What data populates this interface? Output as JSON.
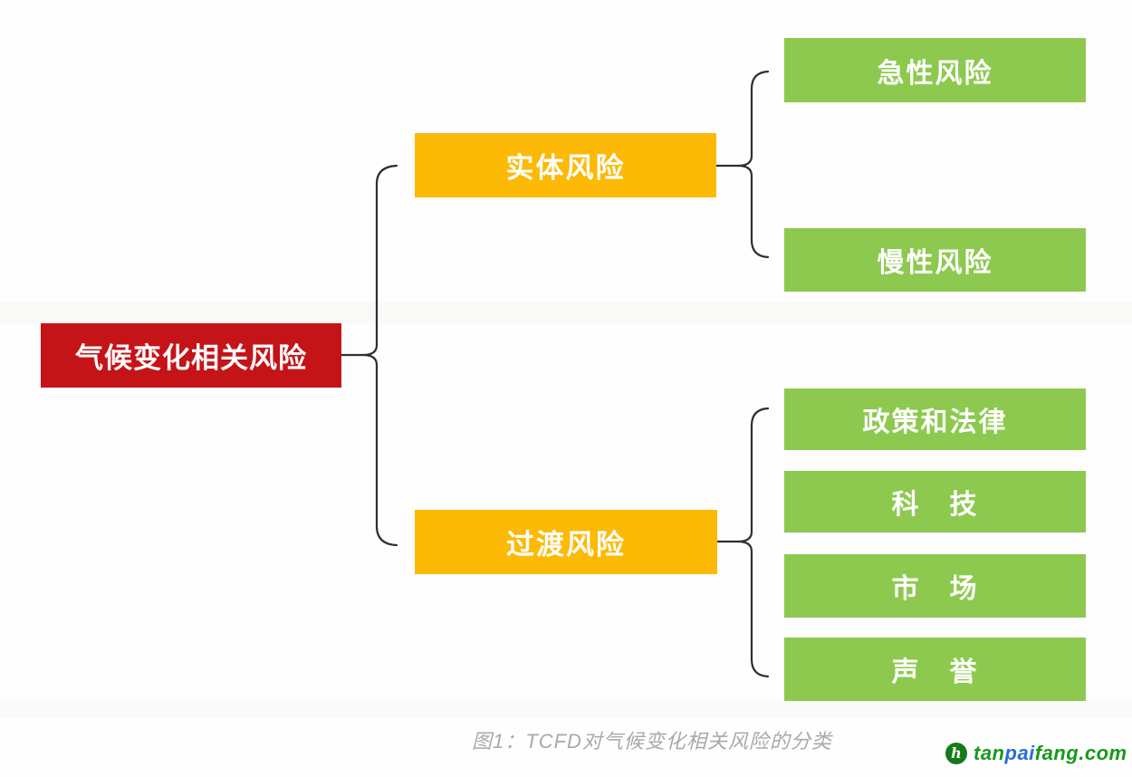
{
  "diagram": {
    "root": {
      "label": "气候变化相关风险"
    },
    "branches": [
      {
        "label": "实体风险"
      },
      {
        "label": "过渡风险"
      }
    ],
    "physical_leaves": [
      {
        "label": "急性风险"
      },
      {
        "label": "慢性风险"
      }
    ],
    "transition_leaves": [
      {
        "label": "政策和法律"
      },
      {
        "label": "科　技"
      },
      {
        "label": "市　场"
      },
      {
        "label": "声　誉"
      }
    ],
    "colors": {
      "root": "#c41418",
      "branch": "#fcba06",
      "leaf": "#8dc94e",
      "connector": "#2f2f2f"
    }
  },
  "caption": {
    "text": "图1：TCFD对气候变化相关风险的分类",
    "color": "#a9a9a9"
  },
  "logo": {
    "icon_glyph": "h",
    "parts": [
      {
        "text": "tan",
        "color": "#17991c"
      },
      {
        "text": "pai",
        "color": "#2e6bd6"
      },
      {
        "text": "fang.com",
        "color": "#17991c"
      }
    ]
  }
}
